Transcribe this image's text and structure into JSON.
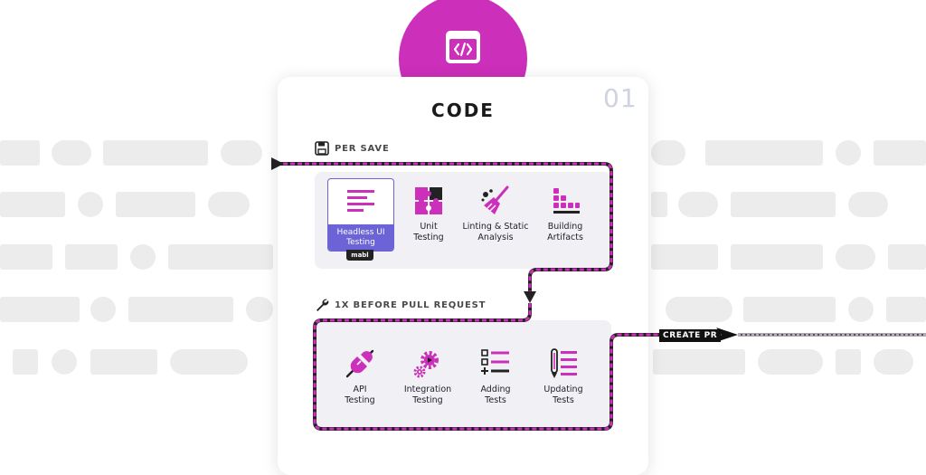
{
  "card": {
    "title": "CODE",
    "number": "01"
  },
  "sections": {
    "per_save": {
      "label": "PER SAVE",
      "items": [
        {
          "label": "Headless UI Testing",
          "badge": "mabl"
        },
        {
          "label": "Unit Testing"
        },
        {
          "label": "Linting & Static Analysis"
        },
        {
          "label": "Building Artifacts"
        }
      ]
    },
    "before_pr": {
      "label": "1X BEFORE PULL REQUEST",
      "items": [
        {
          "label": "API Testing"
        },
        {
          "label": "Integration Testing"
        },
        {
          "label": "Adding Tests"
        },
        {
          "label": "Updating Tests"
        }
      ]
    }
  },
  "flow": {
    "create_pr_label": "CREATE PR"
  },
  "icons": {
    "header": "code-window-icon",
    "per_save": "floppy-disk-icon",
    "before_pr": "wrench-icon",
    "headless": "text-lines-icon",
    "unit": "puzzle-icon",
    "linting": "broom-icon",
    "building": "blocks-icon",
    "api": "plug-icon",
    "integration": "gears-icon",
    "adding": "add-list-icon",
    "updating": "edit-list-icon"
  },
  "colors": {
    "accent": "#cc2fba",
    "headless": "#6b63d6",
    "panel": "#f1f1f5",
    "background_shapes": "#ececec"
  }
}
